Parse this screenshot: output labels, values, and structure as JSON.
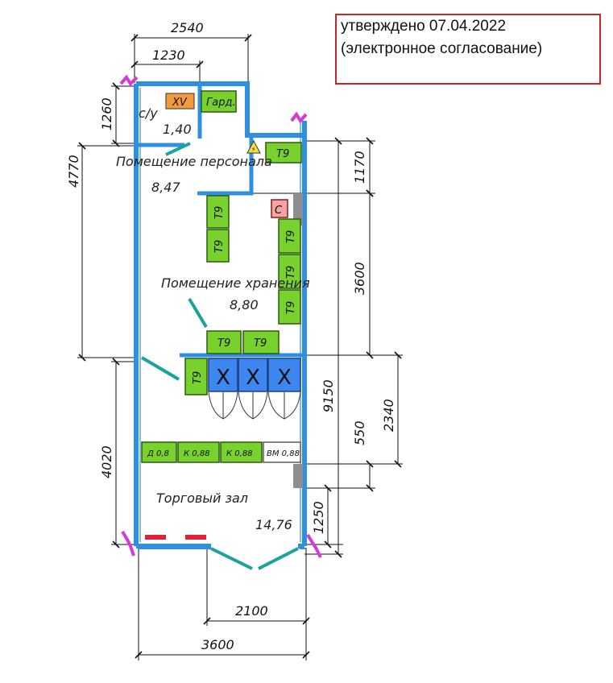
{
  "stamp": {
    "line1": "утверждено 07.04.2022",
    "line2": "(электронное согласование)"
  },
  "dimensions": {
    "top_total": "2540",
    "top_inner": "1230",
    "left_wc": "1260",
    "left_upper": "4770",
    "left_lower": "4020",
    "right_top": "1170",
    "right_mid": "3600",
    "right_total": "9150",
    "right_2340": "2340",
    "right_550": "550",
    "right_1250": "1250",
    "bottom_door": "2100",
    "bottom_total": "3600"
  },
  "rooms": {
    "wc_name": "с/у",
    "wc_area": "1,40",
    "staff_name": "Помещение персонала",
    "staff_area": "8,47",
    "storage_name": "Помещение хранения",
    "storage_area": "8,80",
    "sales_name": "Торговый зал",
    "sales_area": "14,76"
  },
  "equipment": {
    "t9": "Т9",
    "wardrobe": "Гард.",
    "safe": "С",
    "xv": "ХV",
    "x_mark": "Х",
    "d08": "Д 0,8",
    "k088a": "К 0,88",
    "k088b": "К 0,88",
    "vm088": "ВМ 0,88",
    "panel_mark": "⚡"
  },
  "colors": {
    "wall": "#2f8fe0",
    "equipment_green": "#79d12e",
    "equipment_orange": "#f39a3c",
    "fridge_blue": "#3e86f0",
    "door_teal": "#1aa39a",
    "break_magenta": "#d43ad6",
    "heater_red": "#e2223a",
    "safe_pink": "#f5a3a3",
    "stamp_border": "#c0282e"
  }
}
